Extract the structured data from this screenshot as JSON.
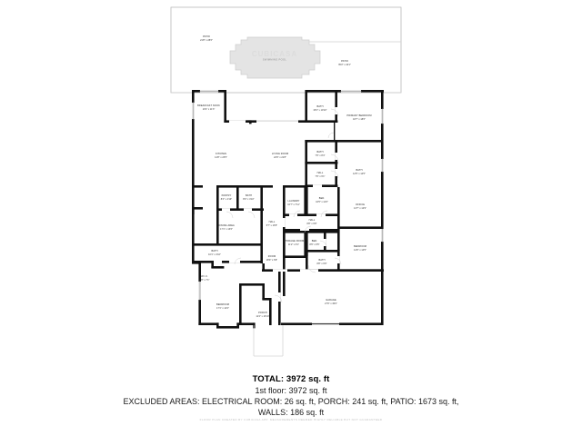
{
  "document": {
    "type": "floor-plan",
    "title": "Floor Plan"
  },
  "summary": {
    "total_label": "TOTAL: 3972 sq. ft",
    "floor_label": "1st floor: 3972 sq. ft",
    "excluded_line1": "EXCLUDED AREAS: ELECTRICAL ROOM: 26 sq. ft, PORCH: 241 sq. ft, PATIO: 1673 sq. ft,",
    "excluded_line2": "WALLS: 186 sq. ft",
    "disclaimer": "FLOOR PLAN CREATED BY CUBICASA APP. MEASUREMENTS DEEMED HIGHLY RELIABLE BUT NOT GUARANTEED"
  },
  "colors": {
    "wall": "#111111",
    "pool_fill": "#e4e4e4",
    "pool_stroke": "#cdcdcd",
    "patio_stroke": "#b9b9b9",
    "background": "#ffffff",
    "text": "#1d1d1d",
    "muted_text": "#c2c2c2"
  },
  "outdoor": {
    "patio_left": {
      "name": "PATIO",
      "dim": "21'8\" x 28'6\""
    },
    "patio_right": {
      "name": "PATIO",
      "dim": "35'2\" x 42'1\""
    },
    "pool": {
      "name": "SWIMMING POOL",
      "watermark": "CUBICASA"
    }
  },
  "rooms": [
    {
      "id": "breakfast-nook",
      "name": "BREAKFAST NOOK",
      "dim": "10'4\" x 11'3\""
    },
    {
      "id": "kitchen",
      "name": "KITCHEN",
      "dim": "14'8\" x 23'5\""
    },
    {
      "id": "living-room",
      "name": "LIVING ROOM",
      "dim": "22'6\" x 21'8\""
    },
    {
      "id": "bath-primary",
      "name": "BATH",
      "dim": "15'2\" x 10'10\""
    },
    {
      "id": "primary-bedroom",
      "name": "PRIMARY BEDROOM",
      "dim": "18'7\" x 18'6\""
    },
    {
      "id": "bath-hall-upper",
      "name": "BATH",
      "dim": "7'6\" x 8'4\""
    },
    {
      "id": "hall-right",
      "name": "HALL",
      "dim": "7'6\" x 6'1\""
    },
    {
      "id": "bath-right",
      "name": "BATH",
      "dim": "12'5\" x 14'5\""
    },
    {
      "id": "pantry",
      "name": "PANTRY",
      "dim": "8'4\" x 4'10\""
    },
    {
      "id": "bath-pantry",
      "name": "BATH",
      "dim": "8'0\" x 4'10\""
    },
    {
      "id": "dining-area",
      "name": "DINING AREA",
      "dim": "17'1\" x 13'6\""
    },
    {
      "id": "hall-center",
      "name": "HALL",
      "dim": "5'7\" x 16'5\""
    },
    {
      "id": "laundry",
      "name": "LAUNDRY",
      "dim": "10'7\" x 7'11\""
    },
    {
      "id": "bed-upper-right",
      "name": "BED.",
      "dim": "10'5\" x 11'6\""
    },
    {
      "id": "hall-mid-right",
      "name": "HALL",
      "dim": "8'8\" x 6'8\""
    },
    {
      "id": "office",
      "name": "OFFICE",
      "dim": "13'7\" x 12'9\""
    },
    {
      "id": "storage-room",
      "name": "STORAGE ROOM",
      "dim": "11'2\" x 6'1\""
    },
    {
      "id": "bed-center",
      "name": "BED.",
      "dim": "8'6\" x 6'5\""
    },
    {
      "id": "room-center",
      "name": "ROOM",
      "dim": "18'9\" x 6'8\""
    },
    {
      "id": "bath-center",
      "name": "BATH",
      "dim": "8'8\" x 6'9\""
    },
    {
      "id": "bedroom-right",
      "name": "BEDROOM",
      "dim": "14'6\" x 14'5\""
    },
    {
      "id": "bath-lower-left",
      "name": "BATH",
      "dim": "10'1\" x 4'10\""
    },
    {
      "id": "wic",
      "name": "W.I.C.",
      "dim": "6'8\" x 7'1\""
    },
    {
      "id": "bedroom-left",
      "name": "BEDROOM",
      "dim": "17'1\" x 14'2\""
    },
    {
      "id": "porch",
      "name": "PORCH",
      "dim": "11'2\" x 16'10\""
    },
    {
      "id": "garage",
      "name": "GARAGE",
      "dim": "27'6\" x 30'0\""
    }
  ]
}
